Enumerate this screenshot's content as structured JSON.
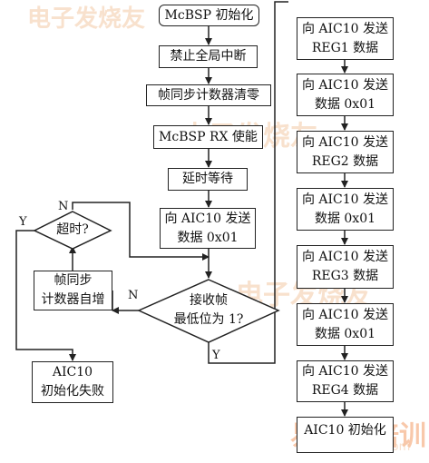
{
  "nodes": {
    "mcbsp_init": "McBSP 初始化",
    "disable_int": "禁止全局中断",
    "clear_counter": "帧同步计数器清零",
    "rx_enable": "McBSP RX 使能",
    "delay": "延时等待",
    "send_01_first": "向 AIC10 发送\n数据 0x01",
    "timeout": "超时?",
    "counter_inc": "帧同步\n计数器自增",
    "recv_check": "接收帧\n最低位为 1?",
    "init_fail": "AIC10\n初始化失败",
    "send_reg1": "向 AIC10 发送\nREG1 数据",
    "send_01_a": "向 AIC10 发送\n数据 0x01",
    "send_reg2": "向 AIC10 发送\nREG2 数据",
    "send_01_b": "向 AIC10 发送\n数据 0x01",
    "send_reg3": "向 AIC10 发送\nREG3 数据",
    "send_01_c": "向 AIC10 发送\n数据 0x01",
    "send_reg4": "向 AIC10 发送\nREG4 数据",
    "last_box": "AIC10 初始化"
  },
  "edge_labels": {
    "timeout_no": "N",
    "timeout_yes": "Y",
    "recv_no": "N",
    "recv_yes": "Y"
  }
}
